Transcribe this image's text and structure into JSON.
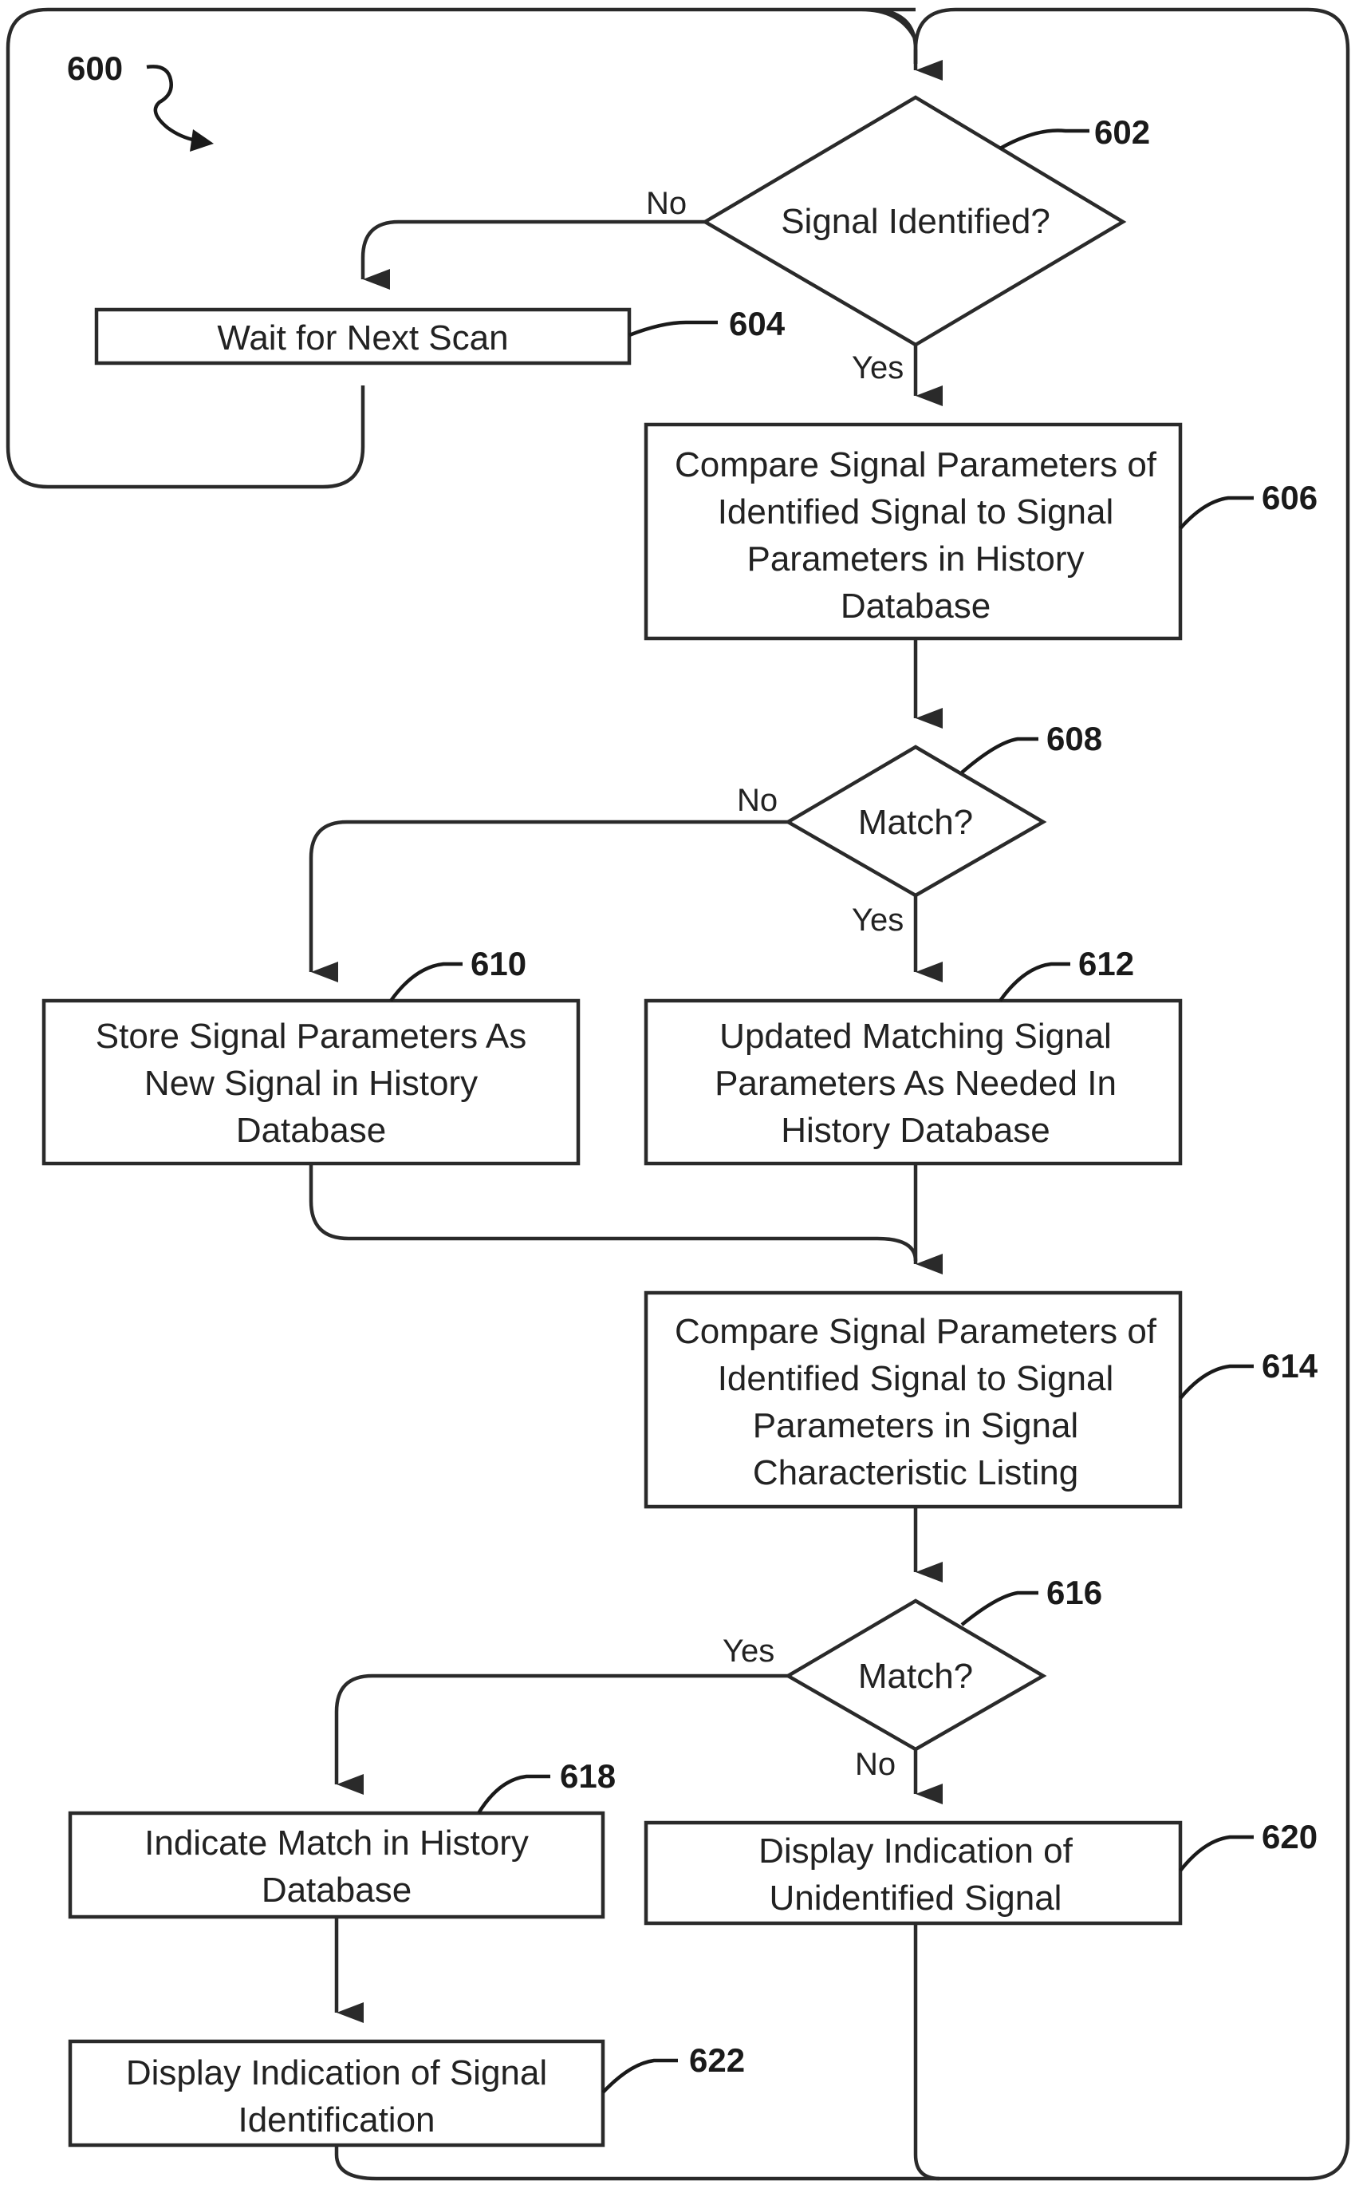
{
  "figure_ref": "600",
  "nodes": {
    "n602": {
      "ref": "602",
      "lines": [
        "Signal Identified?"
      ]
    },
    "n604": {
      "ref": "604",
      "lines": [
        "Wait for Next Scan"
      ]
    },
    "n606": {
      "ref": "606",
      "lines": [
        "Compare Signal Parameters of",
        "Identified Signal to Signal",
        "Parameters in History",
        "Database"
      ]
    },
    "n608": {
      "ref": "608",
      "lines": [
        "Match?"
      ]
    },
    "n610": {
      "ref": "610",
      "lines": [
        "Store Signal Parameters As",
        "New Signal in History",
        "Database"
      ]
    },
    "n612": {
      "ref": "612",
      "lines": [
        "Updated Matching Signal",
        "Parameters As Needed In",
        "History Database"
      ]
    },
    "n614": {
      "ref": "614",
      "lines": [
        "Compare Signal Parameters of",
        "Identified Signal to Signal",
        "Parameters in Signal",
        "Characteristic Listing"
      ]
    },
    "n616": {
      "ref": "616",
      "lines": [
        "Match?"
      ]
    },
    "n618": {
      "ref": "618",
      "lines": [
        "Indicate Match in History",
        "Database"
      ]
    },
    "n620": {
      "ref": "620",
      "lines": [
        "Display Indication of",
        "Unidentified Signal"
      ]
    },
    "n622": {
      "ref": "622",
      "lines": [
        "Display Indication of Signal",
        "Identification"
      ]
    }
  },
  "edge_labels": {
    "d602_no": "No",
    "d602_yes": "Yes",
    "d608_no": "No",
    "d608_yes": "Yes",
    "d616_yes": "Yes",
    "d616_no": "No"
  }
}
